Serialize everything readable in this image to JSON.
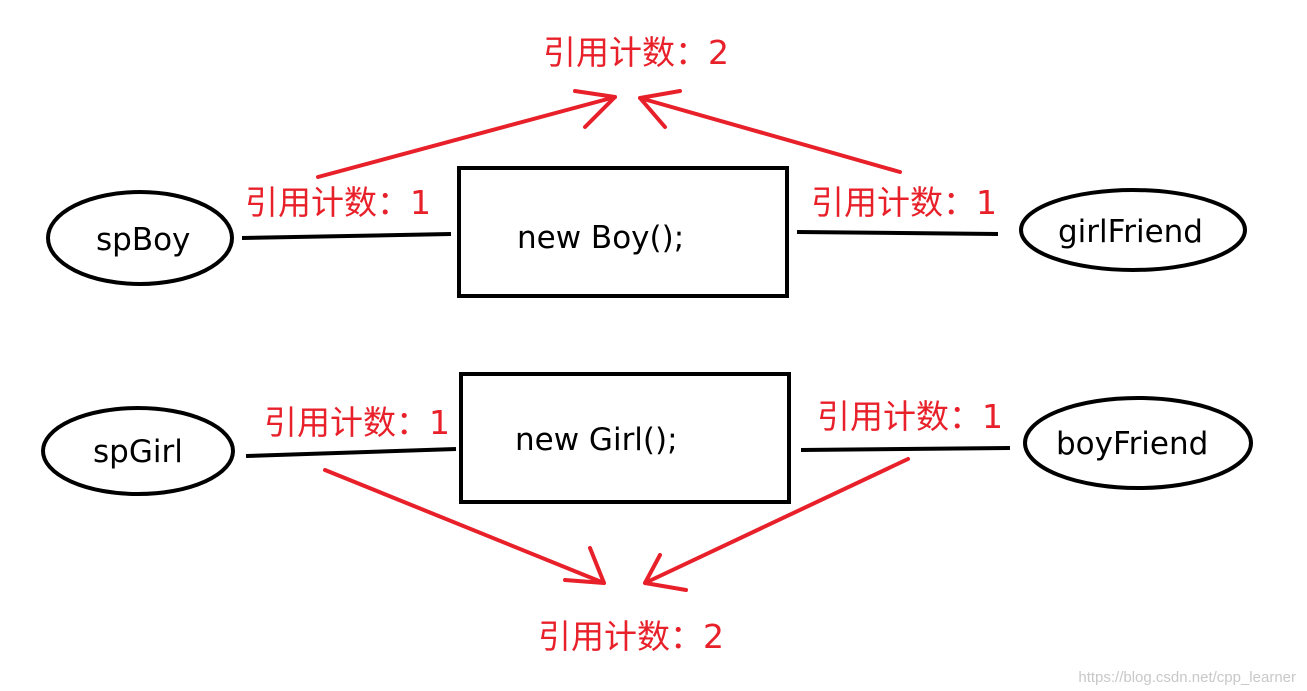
{
  "colors": {
    "ink": "#000000",
    "annotation": "#e8202a",
    "watermark": "#c8c8c8"
  },
  "nodes": {
    "sp_boy": "spBoy",
    "girl_friend": "girlFriend",
    "sp_girl": "spGirl",
    "boy_friend": "boyFriend"
  },
  "objects": {
    "boy": "new Boy();",
    "girl": "new Girl();"
  },
  "counts": {
    "boy_total": "引用计数：2",
    "boy_left": "引用计数：1",
    "boy_right": "引用计数：1",
    "girl_left": "引用计数：1",
    "girl_right": "引用计数：1",
    "girl_total": "引用计数：2"
  },
  "watermark": "https://blog.csdn.net/cpp_learner"
}
